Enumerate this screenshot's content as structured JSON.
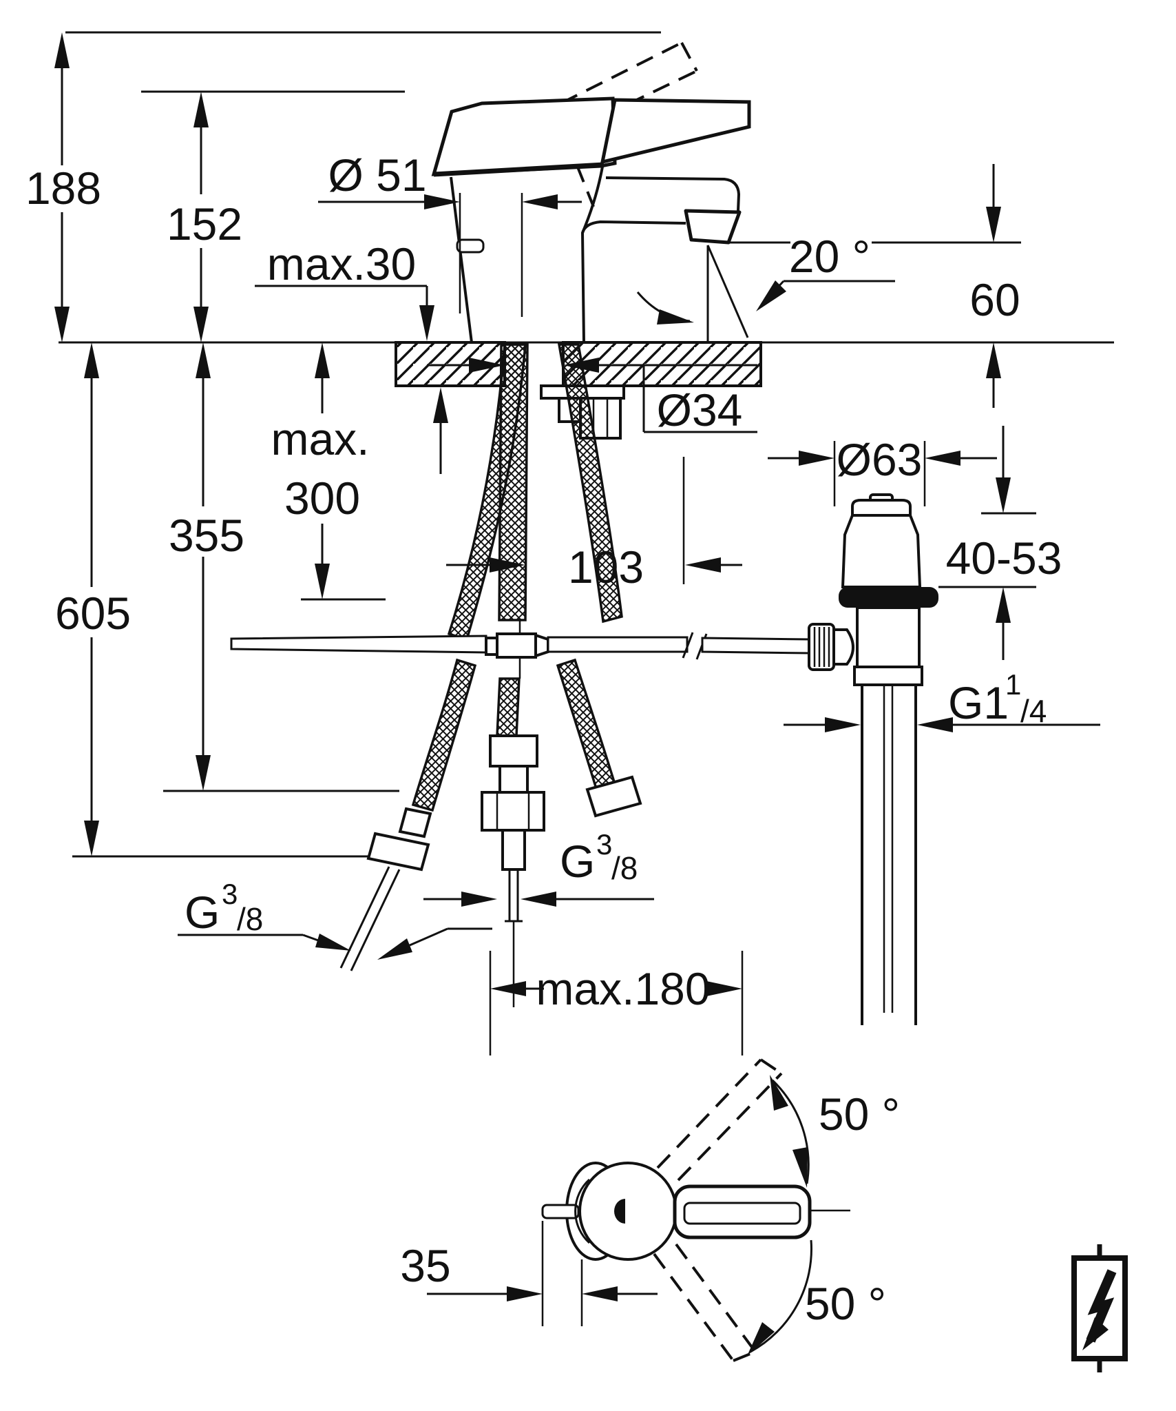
{
  "diagram": {
    "type": "technical-installation-drawing",
    "colors": {
      "line": "#111111",
      "background": "#ffffff"
    },
    "labels": {
      "h188": "188",
      "h152": "152",
      "max30": "max.30",
      "d51": "Ø 51",
      "a20": "20 °",
      "h60": "60",
      "d34": "Ø34",
      "max_word": "max.",
      "v300": "300",
      "v355": "355",
      "v605": "605",
      "w103": "103",
      "d63": "Ø63",
      "r4053": "40-53",
      "max180": "max.180",
      "w35": "35",
      "a50_upper": "50 °",
      "a50_lower": "50 °"
    },
    "threads": {
      "drain": {
        "prefix": "G1",
        "numerator": "1",
        "denominator": "/4"
      },
      "hose_left": {
        "prefix": "G",
        "numerator": "3",
        "denominator": "/8"
      },
      "hose_center": {
        "prefix": "G",
        "numerator": "3",
        "denominator": "/8"
      }
    },
    "icons": {
      "flash": "flash-high-pressure-symbol"
    }
  }
}
